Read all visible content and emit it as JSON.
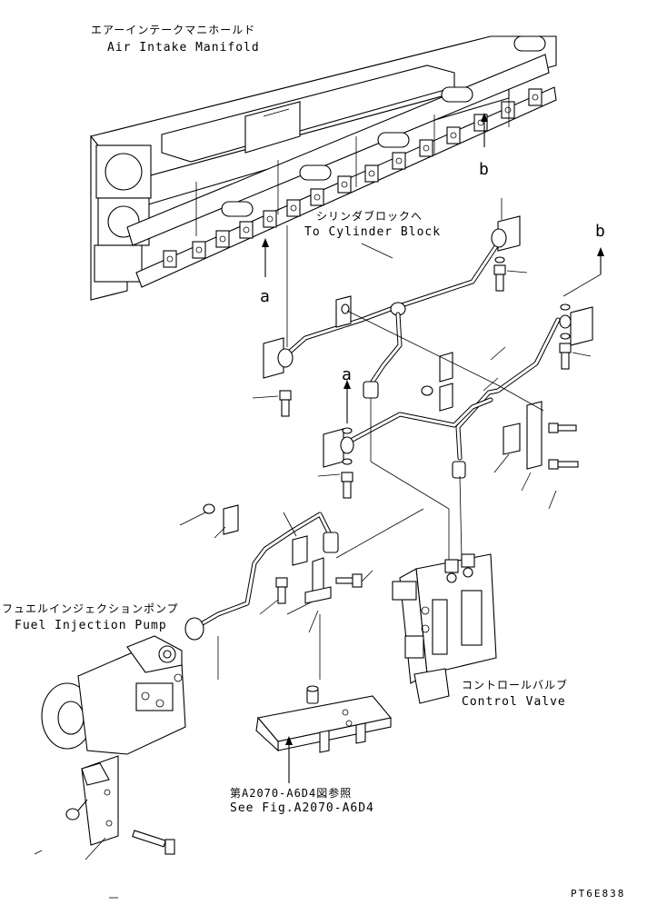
{
  "labels": {
    "air_intake_jp": "エアーインテークマニホールド",
    "air_intake_en": "Air Intake Manifold",
    "cylinder_jp": "シリンダブロックへ",
    "cylinder_en": "To Cylinder Block",
    "fuel_pump_jp": "フュエルインジェクションポンプ",
    "fuel_pump_en": "Fuel Injection Pump",
    "control_valve_jp": "コントロールバルブ",
    "control_valve_en": "Control Valve",
    "see_fig_jp": "第A2070-A6D4図参照",
    "see_fig_en": "See Fig.A2070-A6D4",
    "drawing_code": "PT6E838"
  },
  "references": {
    "a_left": "a",
    "a_middle": "a",
    "b_top": "b",
    "b_right": "b"
  },
  "icons": [
    "manifold",
    "pipe",
    "bolt",
    "clamp",
    "washer",
    "control-valve",
    "fuel-injection-pump",
    "bracket",
    "arrow-up"
  ]
}
